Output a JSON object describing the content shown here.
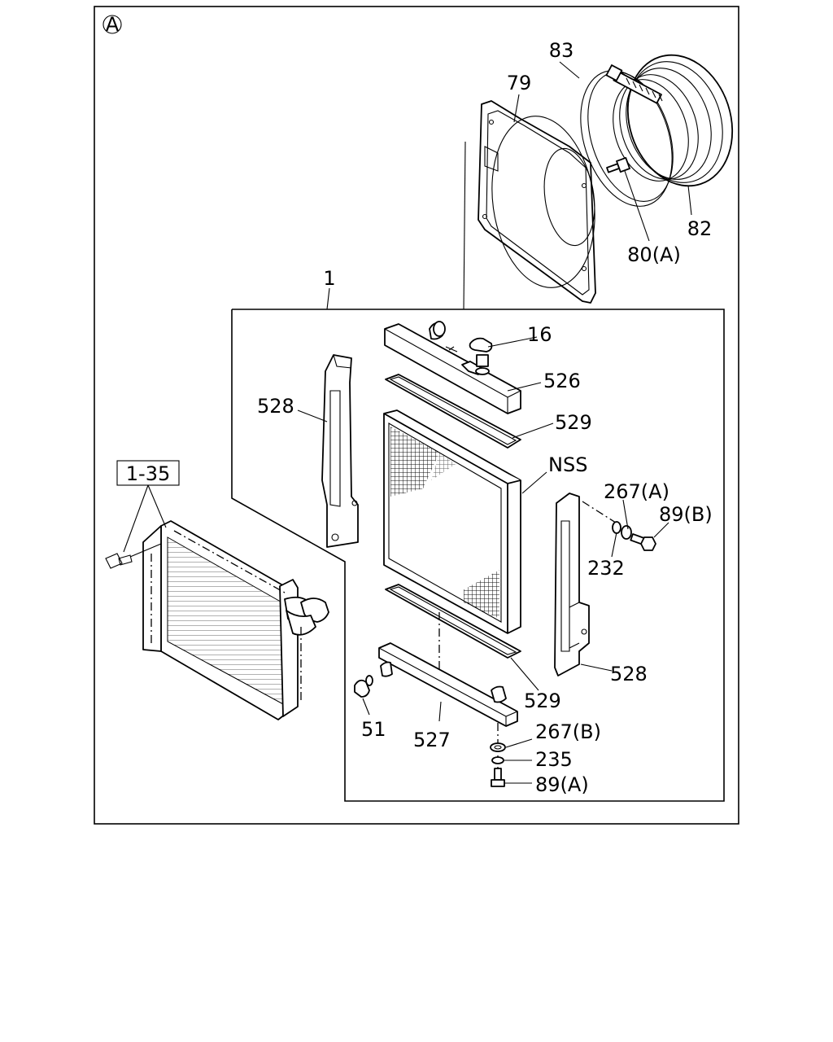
{
  "diagram": {
    "view_marker": "A",
    "assembly_label": "1",
    "reference_label": "1-35",
    "callouts": {
      "fan_shroud": "79",
      "shroud_ring": "83",
      "fan_ring": "82",
      "shroud_bolt": "80(A)",
      "radiator_cap": "16",
      "upper_tank": "526",
      "upper_seal": "529",
      "core": "NSS",
      "bracket_left": "528",
      "bracket_right": "528",
      "washer_right": "267(A)",
      "bolt_right": "89(B)",
      "spacer_right": "232",
      "lower_seal": "529",
      "lower_tank": "527",
      "drain_cock": "51",
      "washer_bottom": "267(B)",
      "spacer_bottom": "235",
      "bolt_bottom": "89(A)"
    }
  }
}
